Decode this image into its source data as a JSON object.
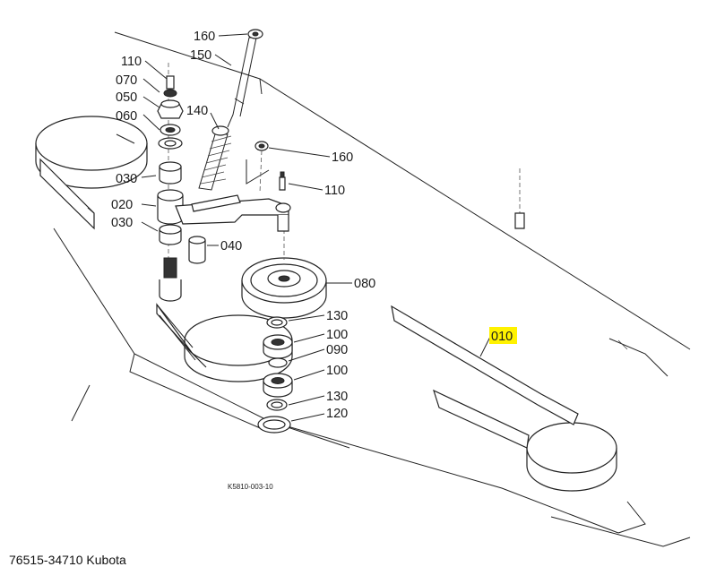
{
  "caption": "76515-34710 Kubota",
  "drawing_code": "K5810-003-10",
  "highlight_color": "#fff200",
  "highlighted_label": "010",
  "labels": {
    "l010": "010",
    "l020": "020",
    "l030a": "030",
    "l030b": "030",
    "l040": "040",
    "l050": "050",
    "l060": "060",
    "l070": "070",
    "l080": "080",
    "l090": "090",
    "l100a": "100",
    "l100b": "100",
    "l110a": "110",
    "l110b": "110",
    "l120": "120",
    "l130a": "130",
    "l130b": "130",
    "l140": "140",
    "l150": "150",
    "l160a": "160",
    "l160b": "160"
  }
}
